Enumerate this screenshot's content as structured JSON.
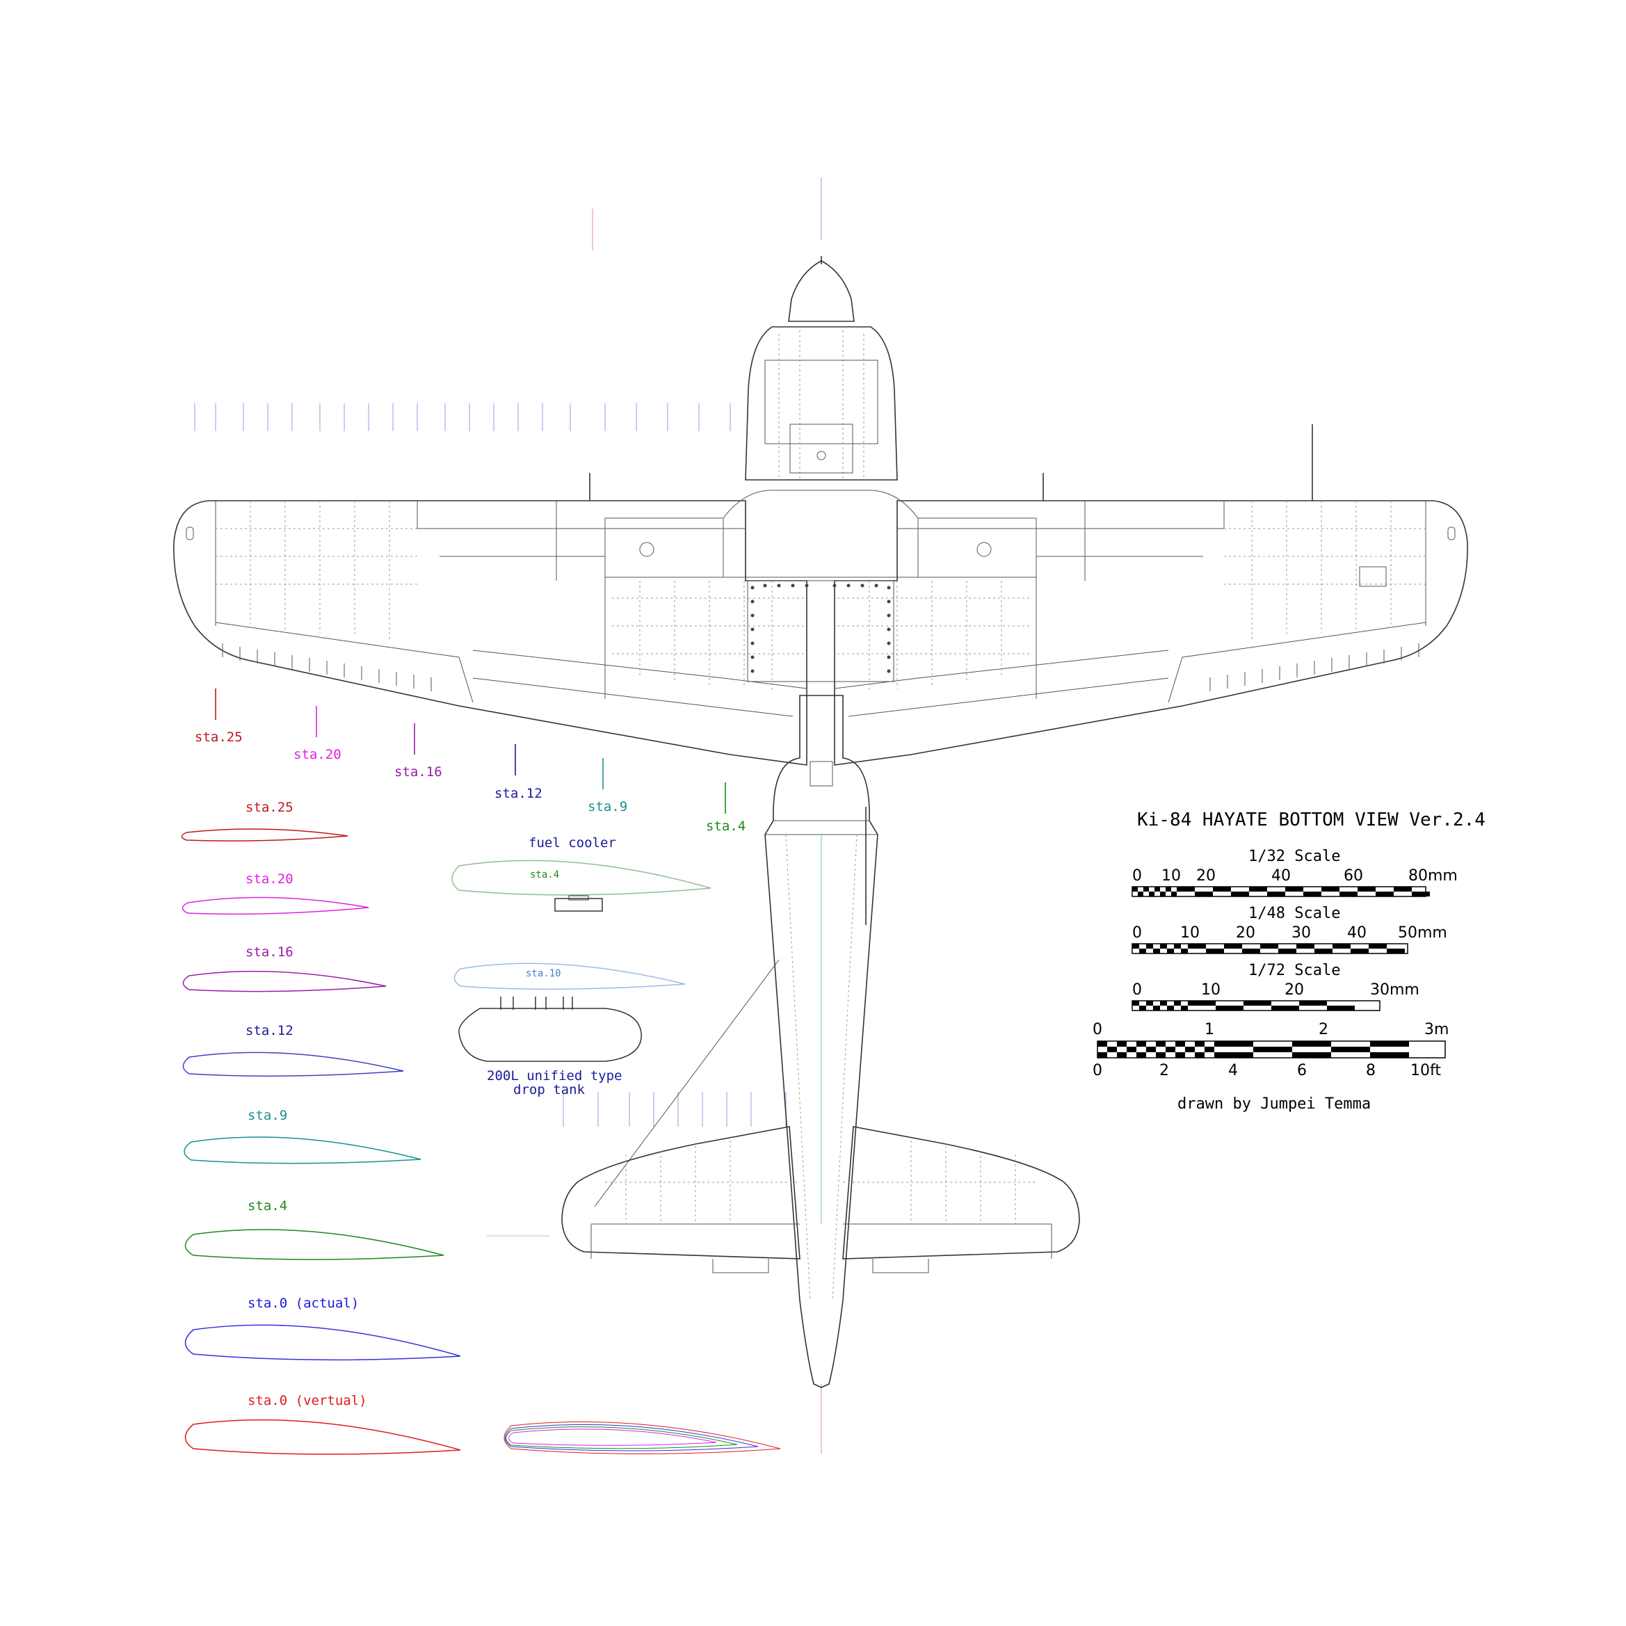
{
  "title": "Ki-84 HAYATE BOTTOM VIEW Ver.2.4",
  "credit": "drawn by  Jumpei Temma",
  "colors": {
    "sta25": "#c0161c",
    "sta20": "#e020e0",
    "sta16": "#9a1aa8",
    "sta12": "#1a1a9a",
    "sta9": "#1a9090",
    "sta4": "#1a8a1a",
    "sta0_actual": "#1a1ae0",
    "sta0_vertual": "#e01a1a",
    "fuel_cooler": "#1a1a9a",
    "line": "#333333"
  },
  "station_markers": [
    "sta.25",
    "sta.20",
    "sta.16",
    "sta.12",
    "sta.9",
    "sta.4"
  ],
  "airfoils": [
    {
      "label": "sta.25",
      "color_key": "sta25"
    },
    {
      "label": "sta.20",
      "color_key": "sta20"
    },
    {
      "label": "sta.16",
      "color_key": "sta16"
    },
    {
      "label": "sta.12",
      "color_key": "sta12"
    },
    {
      "label": "sta.9",
      "color_key": "sta9"
    },
    {
      "label": "sta.4",
      "color_key": "sta4"
    },
    {
      "label": "sta.0 (actual)",
      "color_key": "sta0_actual"
    },
    {
      "label": "sta.0 (vertual)",
      "color_key": "sta0_vertual"
    }
  ],
  "fuel_cooler_label": "fuel cooler",
  "fuel_cooler_section": "sta.4",
  "drop_tank_section": "sta.10",
  "drop_tank_label_1": "200L unified type",
  "drop_tank_label_2": "drop tank",
  "scales": [
    {
      "label": "1/32 Scale",
      "ticks": [
        "0",
        "10",
        "20",
        "40",
        "60",
        "80mm"
      ]
    },
    {
      "label": "1/48 Scale",
      "ticks": [
        "0",
        "10",
        "20",
        "30",
        "40",
        "50mm"
      ]
    },
    {
      "label": "1/72 Scale",
      "ticks": [
        "0",
        "10",
        "20",
        "30mm"
      ]
    }
  ],
  "metric_ticks": [
    "0",
    "1",
    "2",
    "3m"
  ],
  "imperial_ticks": [
    "0",
    "2",
    "4",
    "6",
    "8",
    "10ft"
  ]
}
